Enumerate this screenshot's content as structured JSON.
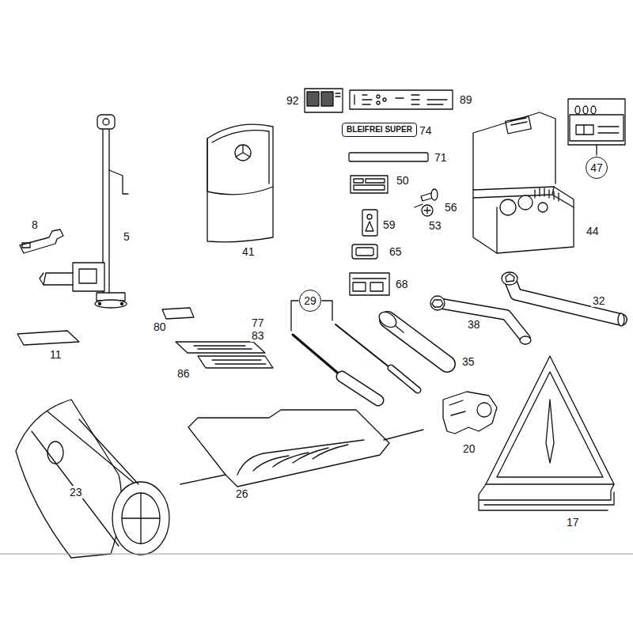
{
  "diagram": {
    "nodes": [
      {
        "text": [
          "BLEIFREI SUPER"
        ]
      },
      {
        "text": [
          "29"
        ]
      },
      {
        "text": [
          "47"
        ]
      }
    ],
    "labels": [
      "92",
      "89",
      "74",
      "71",
      "50",
      "56",
      "53",
      "59",
      "65",
      "68",
      "41",
      "8",
      "5",
      "44",
      "11",
      "80",
      "77",
      "83",
      "86",
      "38",
      "32",
      "35",
      "20",
      "23",
      "26",
      "17"
    ]
  }
}
